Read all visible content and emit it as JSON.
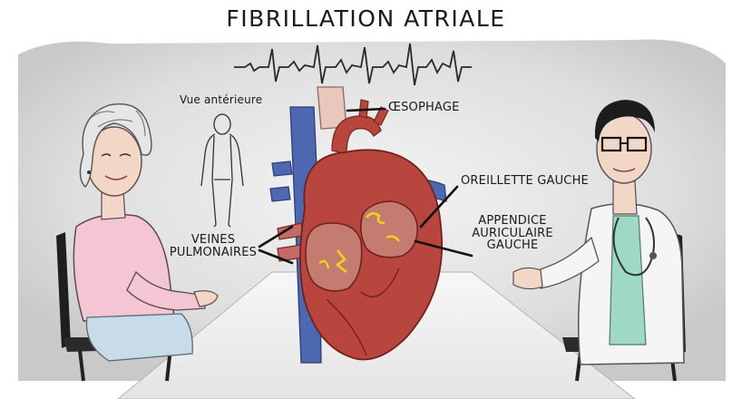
{
  "title": "FIBRILLATION ATRIALE",
  "labels": {
    "anterior_view": "Vue antérieure",
    "esophagus": "ŒSOPHAGE",
    "left_atrium": "OREILLETTE GAUCHE",
    "left_atrial_appendage": [
      "APPENDICE",
      "AURICULAIRE",
      "GAUCHE"
    ],
    "pulmonary_veins": [
      "VEINES",
      "PULMONAIRES"
    ]
  },
  "colors": {
    "heart_red": "#b8463f",
    "heart_dark": "#8e2f2b",
    "vein_blue": "#4d68b0",
    "esophagus": "#e9c7bd",
    "patient_shirt": "#f4c6d3",
    "doctor_scrubs": "#9fd8c4",
    "impulse_yellow": "#f1d21a"
  }
}
